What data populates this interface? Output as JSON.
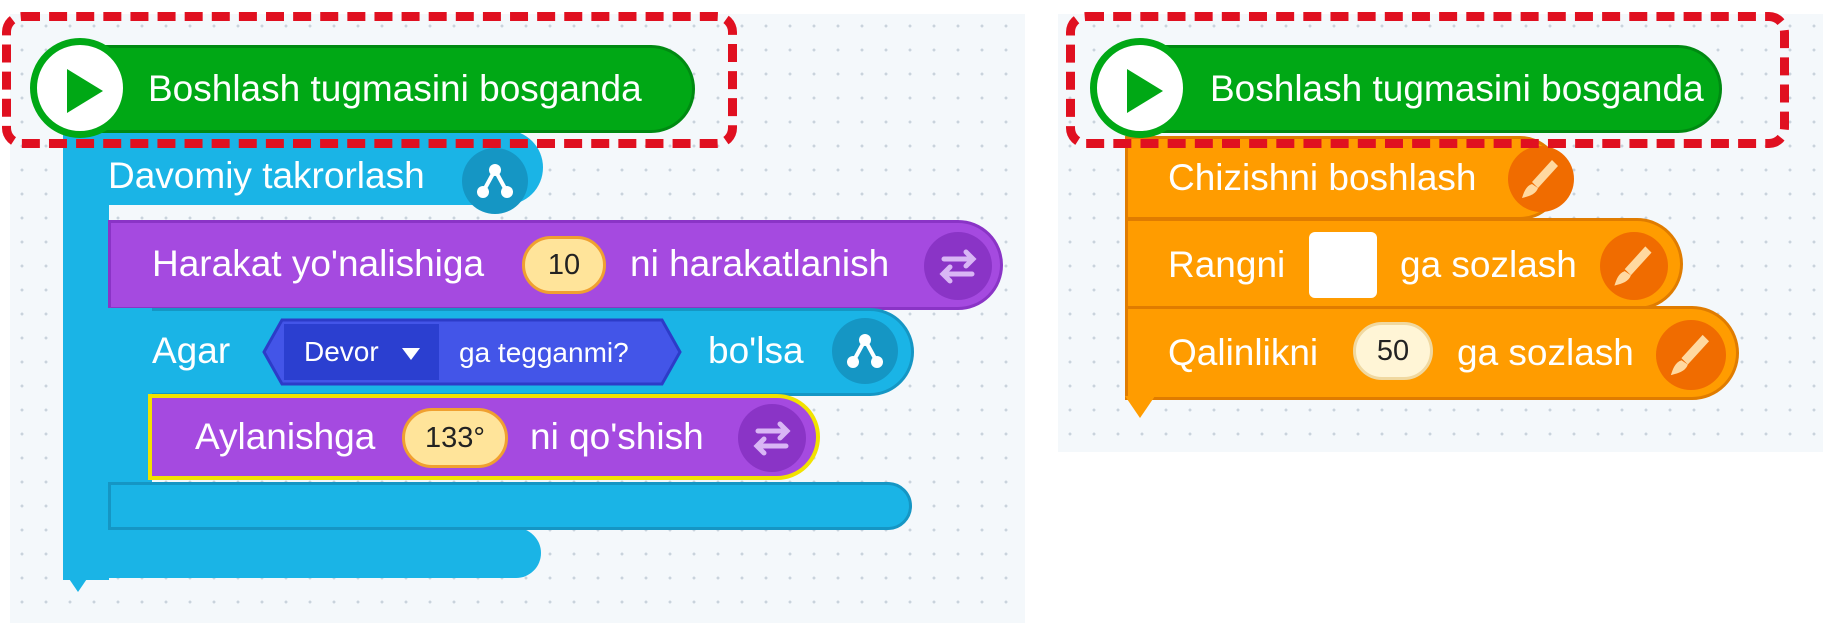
{
  "left_script": {
    "hat_label": "Boshlash tugmasini bosganda",
    "forever_label": "Davomiy takrorlash",
    "move": {
      "prefix": "Harakat yo'nalishiga",
      "value": "10",
      "suffix": "ni harakatlanish"
    },
    "if_block": {
      "prefix": "Agar",
      "sensor_dropdown": "Devor",
      "sensor_text": "ga tegganmi?",
      "suffix": "bo'lsa"
    },
    "turn": {
      "prefix": "Aylanishga",
      "value": "133°",
      "suffix": "ni qo'shish"
    }
  },
  "right_script": {
    "hat_label": "Boshlash tugmasini bosganda",
    "pen_down_label": "Chizishni boshlash",
    "set_color": {
      "prefix": "Rangni",
      "suffix": "ga sozlash",
      "color": "#ffffff"
    },
    "set_width": {
      "prefix": "Qalinlikni",
      "value": "50",
      "suffix": "ga sozlash"
    }
  },
  "colors": {
    "events": "#00a815",
    "flow": "#1ab4e6",
    "motion": "#a54ae0",
    "pen": "#ff9c00",
    "sensor": "#4355e8",
    "highlight": "#e01020"
  }
}
